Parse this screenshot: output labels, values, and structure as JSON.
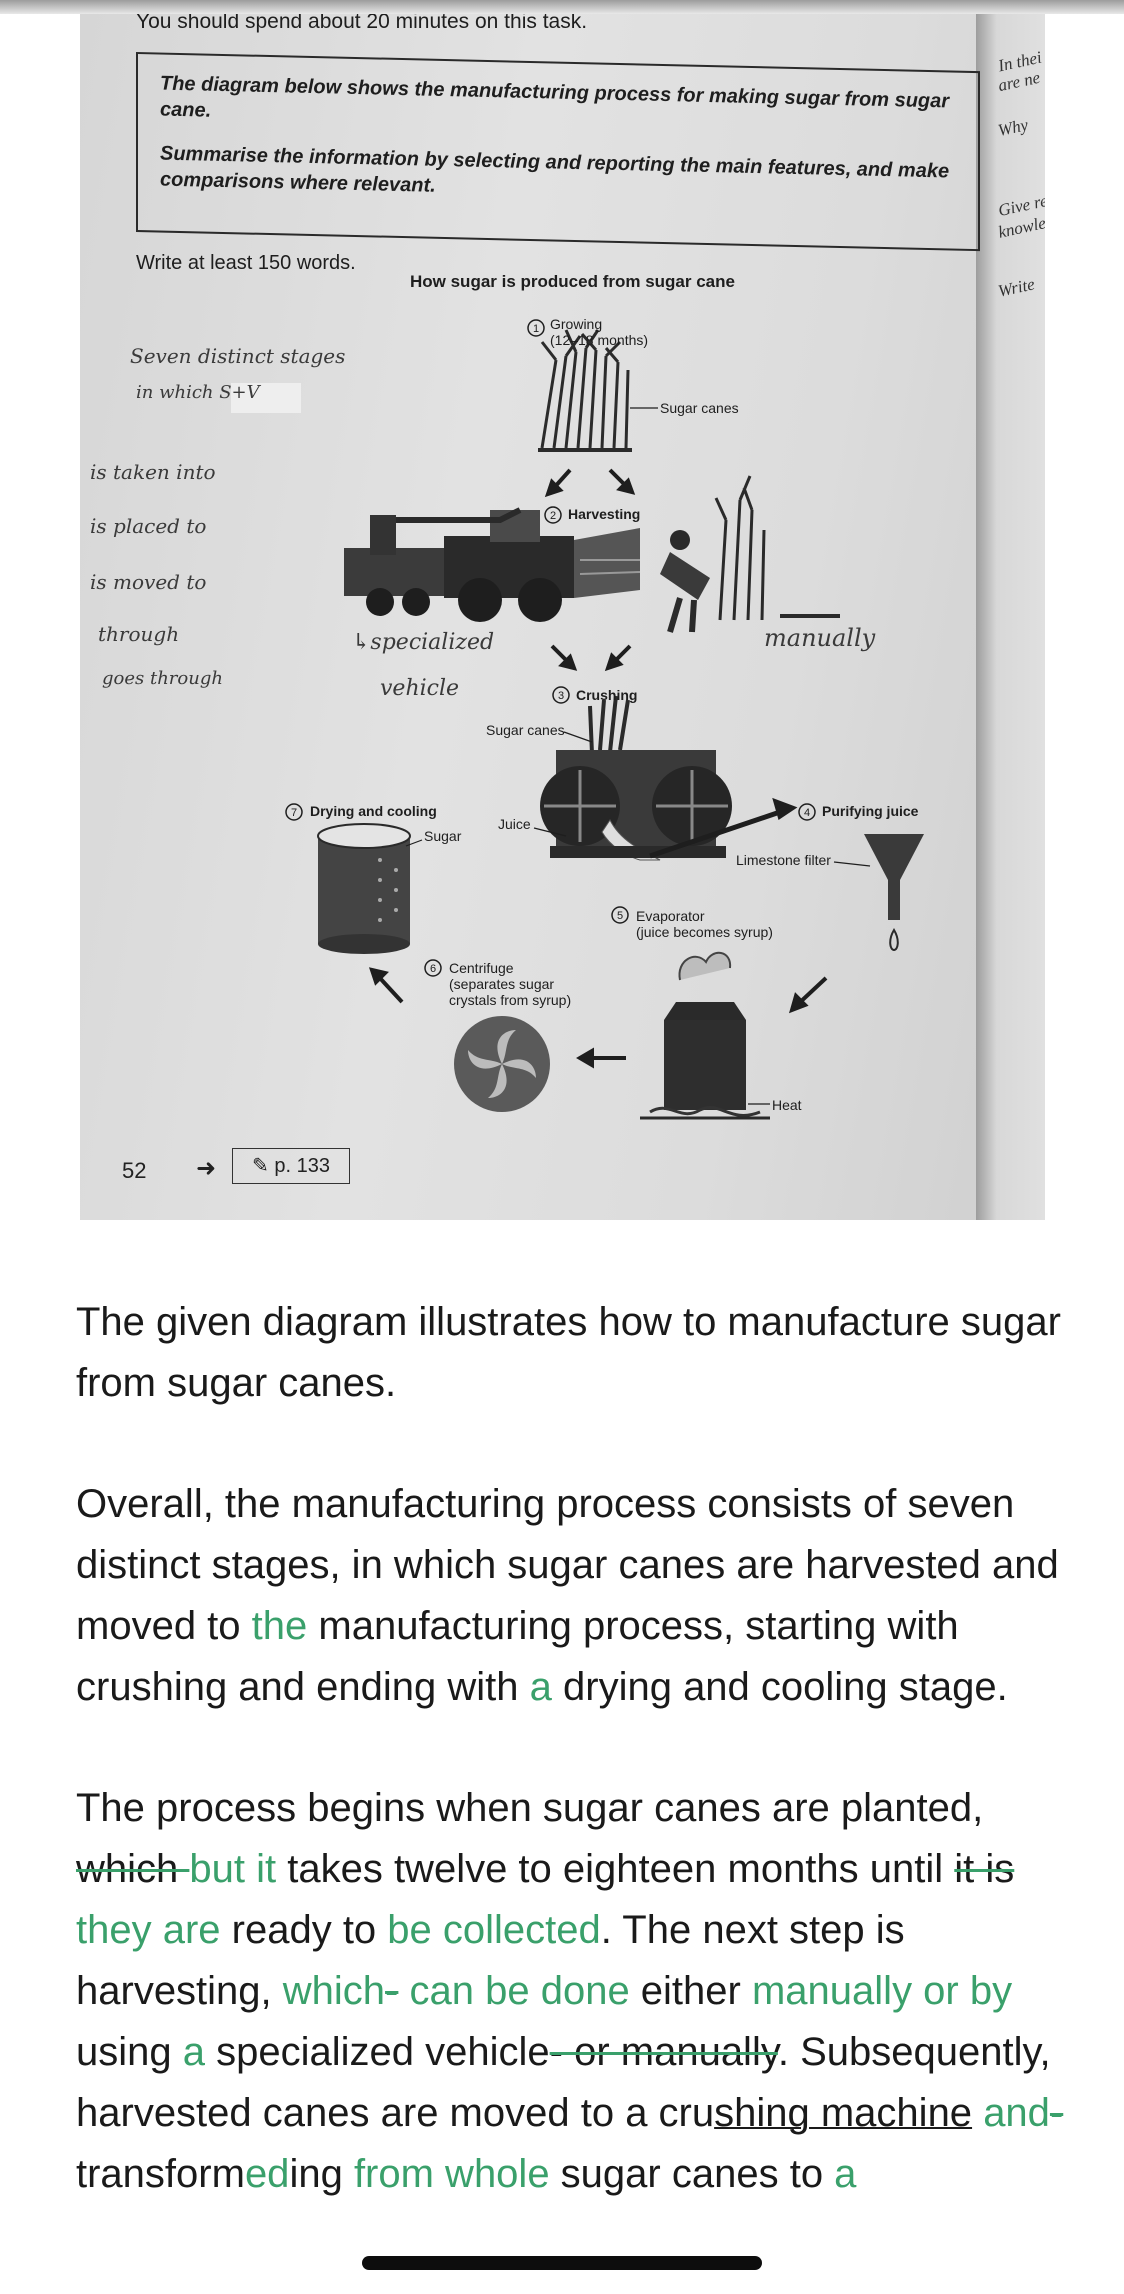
{
  "book": {
    "instruction_top": "You should spend about 20 minutes on this task.",
    "task_line1": "The diagram below shows the manufacturing process for making sugar from sugar cane.",
    "task_line2": "Summarise the information by selecting and reporting the main features, and make comparisons where relevant.",
    "word_count": "Write at least 150 words.",
    "diagram_title": "How sugar is produced from sugar cane",
    "page_number": "52",
    "page_ref": "p. 133",
    "right_page": [
      "In thei",
      "are ne",
      "Why",
      "Give re",
      "knowle",
      "Write"
    ]
  },
  "handwriting": {
    "note1": "Seven distinct stages",
    "note2": "in which S+V",
    "verbs": [
      "is taken into",
      "is placed to",
      "is moved to",
      "through",
      "goes through"
    ],
    "vehicle1": "↳specialized",
    "vehicle2": "vehicle",
    "manual": "manually"
  },
  "diagram": {
    "s1": "Growing",
    "s1_sub": "(12–18 months)",
    "s1_label": "Sugar canes",
    "s2": "Harvesting",
    "s3": "Crushing",
    "s3_label1": "Sugar canes",
    "s3_label2": "Juice",
    "s4": "Purifying juice",
    "s4_label": "Limestone filter",
    "s5": "Evaporator",
    "s5_sub": "(juice becomes syrup)",
    "s5_label": "Heat",
    "s6": "Centrifuge",
    "s6_sub1": "(separates sugar",
    "s6_sub2": "crystals from syrup)",
    "s7": "Drying and cooling",
    "s7_label": "Sugar"
  },
  "essay": {
    "p1": "The given diagram illustrates how to manufacture sugar from sugar canes.",
    "p2": {
      "a": "Overall, the manufacturing process consists of seven distinct stages, in which sugar canes are harvested and moved to ",
      "ins1": "the",
      "b": " manufacturing process, starting with crushing and ending with ",
      "ins2": "a",
      "c": " drying and cooling stage."
    },
    "p3": {
      "a": "The process begins when sugar canes are planted, ",
      "del1": "which ",
      "ins1": "but it",
      "b": " takes twelve to eighteen months until ",
      "del2": "it is ",
      "ins2": "they are",
      "c": " ready to ",
      "ins3": "be collected",
      "d": ". The next step is harvesting, ",
      "ins4": "which",
      "del3": "-",
      "ins5": " can be done",
      "e": " either ",
      "ins6": "manually or by",
      "f": " using ",
      "ins7": "a",
      "g": " specialized vehicle",
      "del4": "- or manually",
      "h": ". Subsequently, harvested canes are moved to a cru",
      "ul1": "shing machine",
      "i": " ",
      "ins8": "and",
      "del5": "-",
      "j": " transform",
      "ins9": "ed",
      "k": "ing ",
      "ins10": "from whole",
      "l": " sugar canes to ",
      "ins11": "a"
    }
  }
}
